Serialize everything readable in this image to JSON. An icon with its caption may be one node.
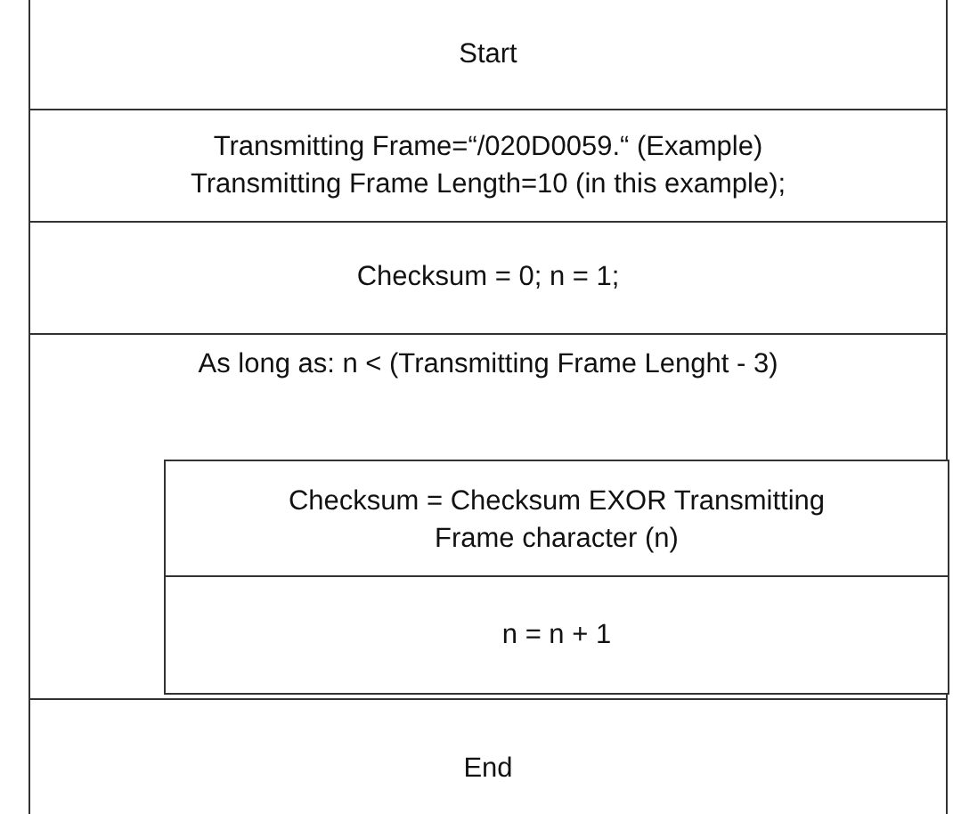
{
  "diagram": {
    "nodes": [
      {
        "text": [
          "Start"
        ]
      },
      {
        "text": [
          "Transmitting Frame=“/020D0059.“ (Example)",
          "Transmitting Frame Length=10 (in this example);"
        ]
      },
      {
        "text": [
          "Checksum = 0; n = 1;"
        ]
      },
      {
        "text": [
          "As long as: n < (Transmitting Frame Lenght - 3)"
        ]
      },
      {
        "text": [
          "Checksum = Checksum EXOR Transmitting Frame character (n)"
        ],
        "in": 3
      },
      {
        "text": [
          "n = n + 1"
        ],
        "in": 3
      },
      {
        "text": [
          "End"
        ]
      }
    ]
  }
}
